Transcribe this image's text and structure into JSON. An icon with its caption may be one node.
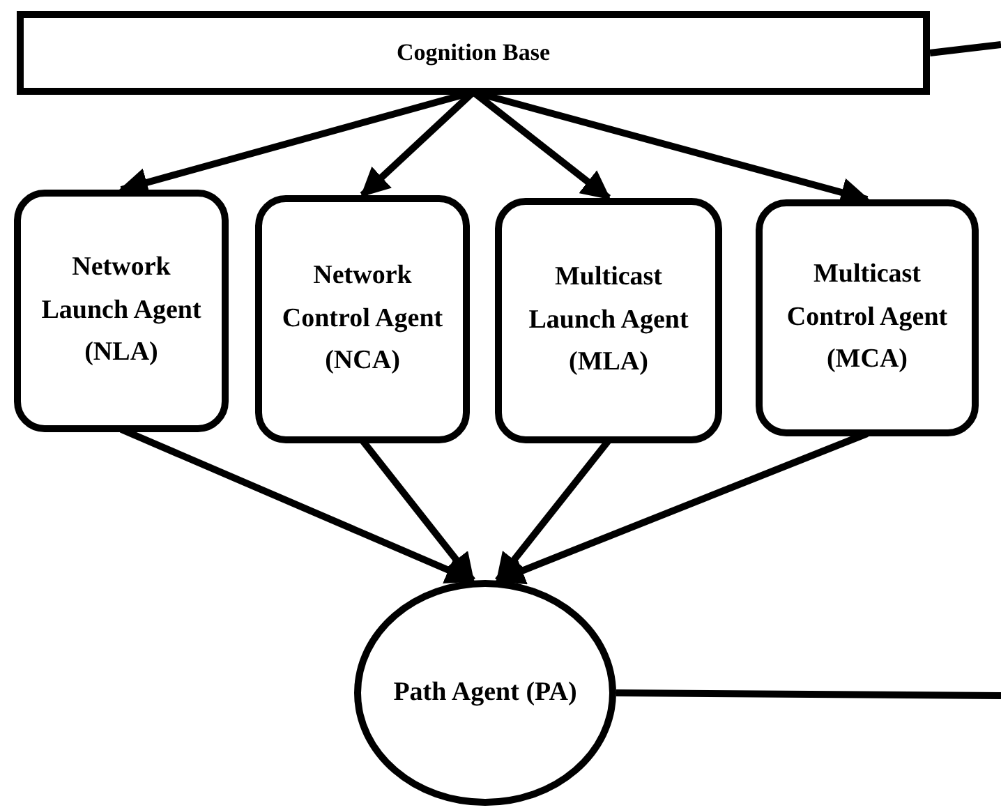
{
  "diagram": {
    "nodes": [
      {
        "text": [
          "Cognition Base"
        ]
      },
      {
        "text": [
          "Network Launch Agent (NLA)"
        ]
      },
      {
        "text": [
          "Network Control Agent (NCA)"
        ]
      },
      {
        "text": [
          "Multicast Launch Agent (MLA)"
        ]
      },
      {
        "text": [
          "Multicast Control Agent (MCA)"
        ]
      },
      {
        "text": [
          "Path Agent (PA)"
        ]
      }
    ],
    "edges": [
      {
        "from": 0,
        "to": 1,
        "arrow": "to"
      },
      {
        "from": 0,
        "to": 2,
        "arrow": "to"
      },
      {
        "from": 0,
        "to": 3,
        "arrow": "to"
      },
      {
        "from": 0,
        "to": 4,
        "arrow": "to"
      },
      {
        "from": 1,
        "to": 5,
        "arrow": "to"
      },
      {
        "from": 2,
        "to": 5,
        "arrow": "to"
      },
      {
        "from": 3,
        "to": 5,
        "arrow": "to"
      },
      {
        "from": 4,
        "to": 5,
        "arrow": "to"
      },
      {
        "from": 0,
        "to": null,
        "arrow": "none"
      },
      {
        "from": 5,
        "to": null,
        "arrow": "none"
      }
    ]
  }
}
